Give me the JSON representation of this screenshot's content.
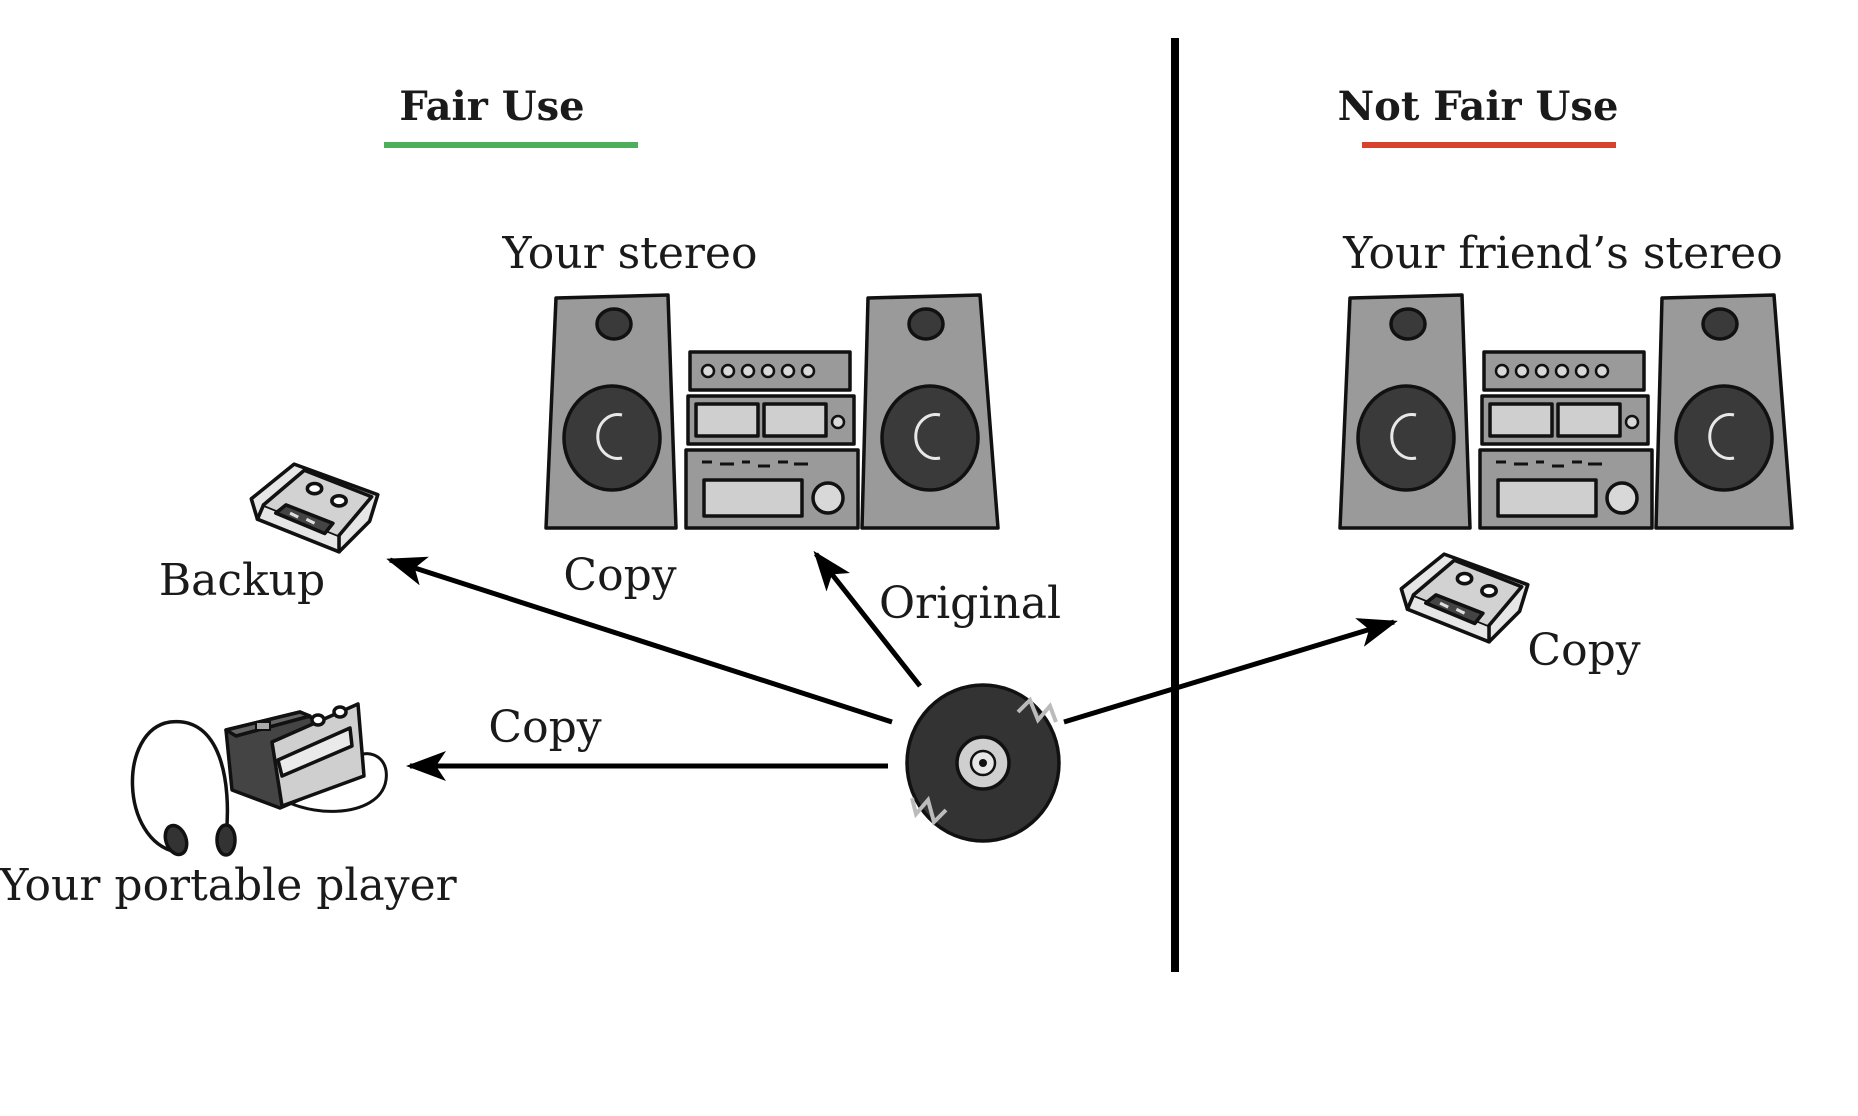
{
  "fair_use": {
    "title": "Fair Use",
    "underline_color": "#4caf5b",
    "stereo_label": "Your stereo",
    "stereo_copy_label": "Copy",
    "backup_label": "Backup",
    "portable_copy_label": "Copy",
    "portable_label": "Your portable player",
    "original_label": "Original"
  },
  "not_fair_use": {
    "title": "Not Fair Use",
    "underline_color": "#d9412f",
    "stereo_label": "Your friend’s stereo",
    "copy_label": "Copy"
  },
  "icons": [
    "vinyl-record-icon",
    "stereo-system-icon",
    "cassette-tape-icon",
    "portable-cassette-player-icon",
    "headphones-icon"
  ],
  "colors": {
    "speaker": "#9a9a9a",
    "speaker_dark": "#3a3a3a",
    "panel": "#cfcfcf",
    "record": "#333333"
  }
}
